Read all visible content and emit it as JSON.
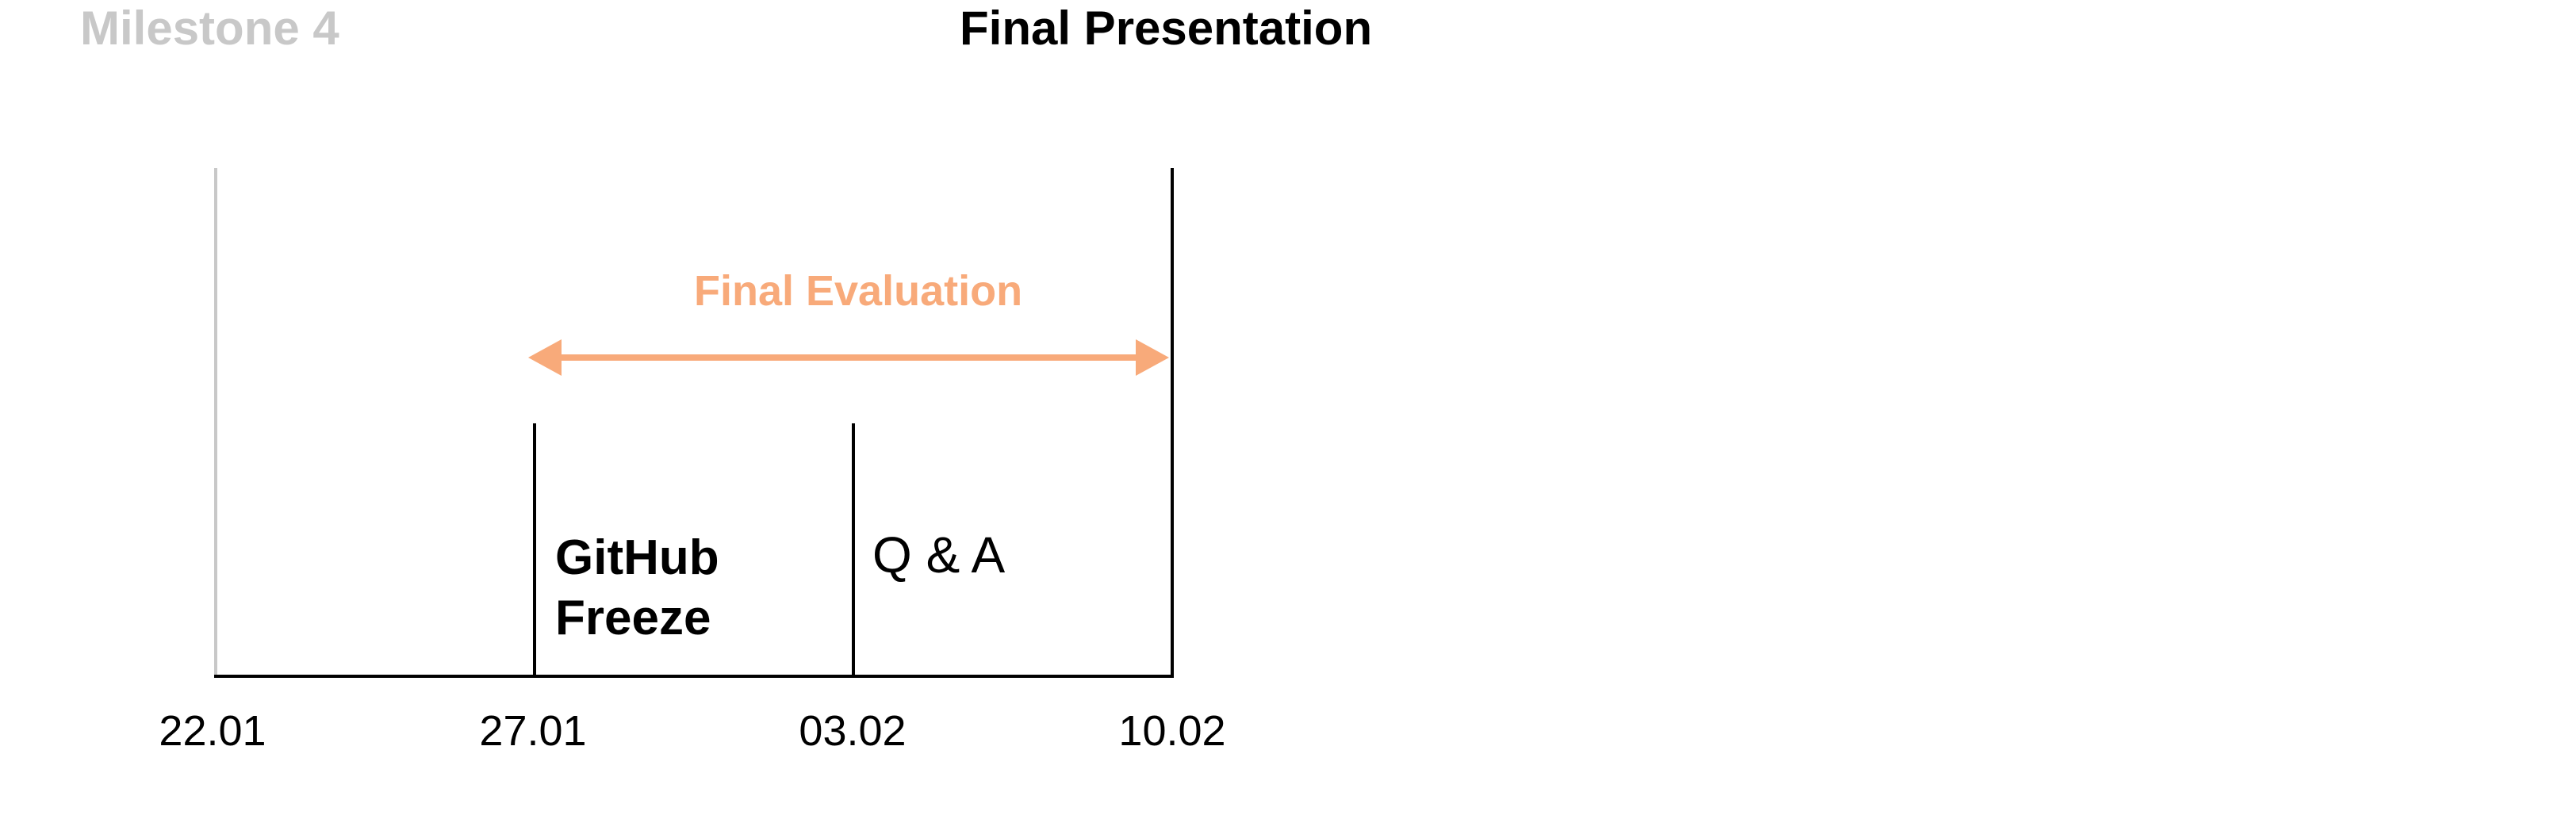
{
  "milestone_title": "Milestone 4",
  "final_title": "Final Presentation",
  "timeline": {
    "dates": [
      "22.01",
      "27.01",
      "03.02",
      "10.02"
    ],
    "span_label": "Final Evaluation",
    "span_color": "#f8aa7a",
    "events": [
      {
        "label_line1": "GitHub",
        "label_line2": "Freeze",
        "date": "27.01"
      },
      {
        "label": "Q & A",
        "date": "03.02"
      }
    ]
  }
}
